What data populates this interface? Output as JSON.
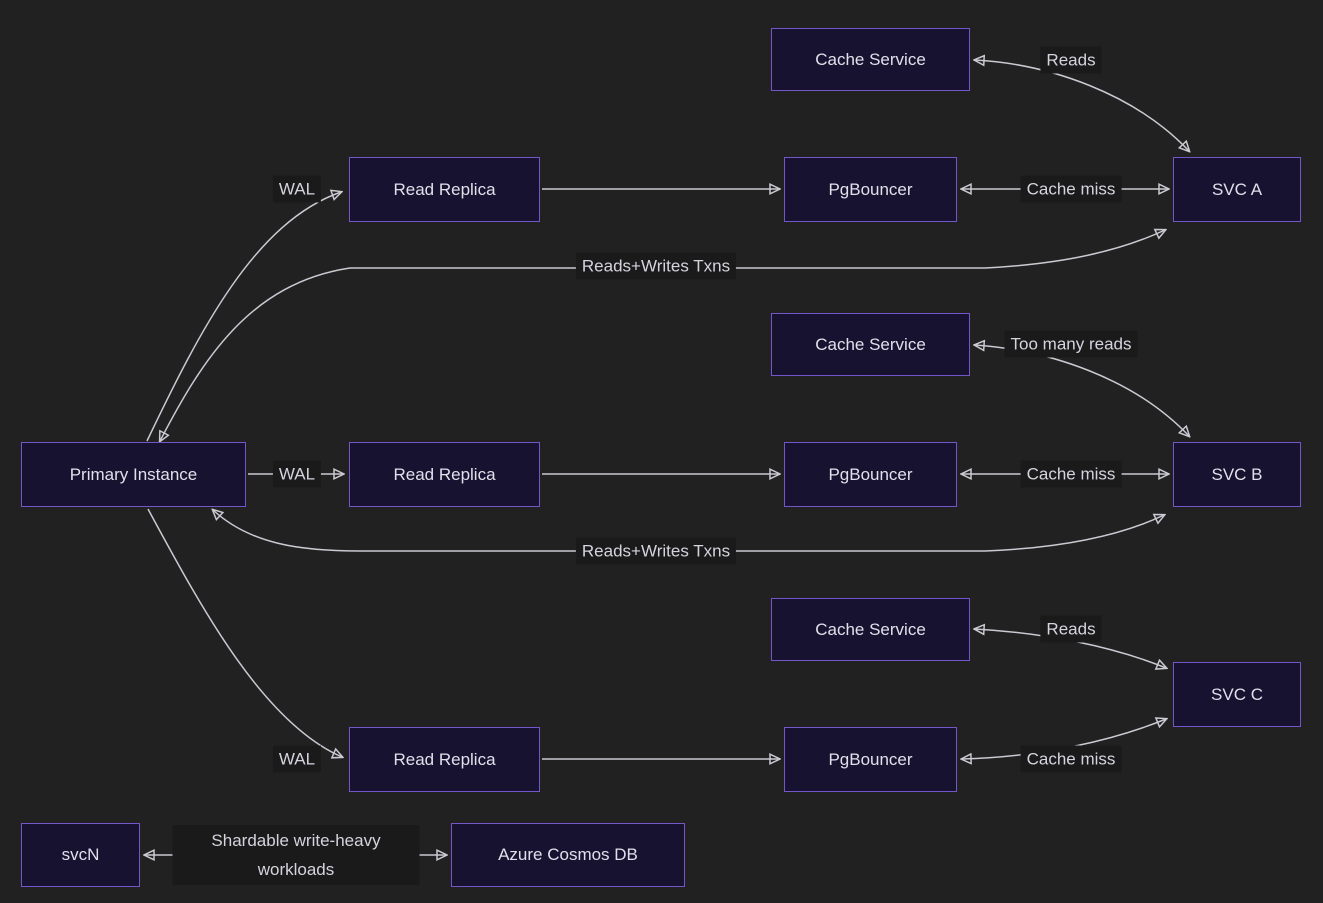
{
  "colors": {
    "bg": "#212121",
    "node_fill": "#161230",
    "node_border": "#7456c9",
    "node_text": "#e2dfeb",
    "edge_color": "#cbc9d2",
    "arrow_fill": "#d6d4dc",
    "label_bg": "#1a1a1a",
    "label_text": "#d6d3de"
  },
  "graph": {
    "type": "flowchart",
    "nodes": [
      {
        "id": "cache-service-a",
        "label": "Cache Service"
      },
      {
        "id": "read-replica-a",
        "label": "Read Replica"
      },
      {
        "id": "pgbouncer-a",
        "label": "PgBouncer"
      },
      {
        "id": "svc-a",
        "label": "SVC A"
      },
      {
        "id": "cache-service-b",
        "label": "Cache Service"
      },
      {
        "id": "primary-instance",
        "label": "Primary Instance"
      },
      {
        "id": "read-replica-b",
        "label": "Read Replica"
      },
      {
        "id": "pgbouncer-b",
        "label": "PgBouncer"
      },
      {
        "id": "svc-b",
        "label": "SVC B"
      },
      {
        "id": "cache-service-c",
        "label": "Cache Service"
      },
      {
        "id": "svc-c",
        "label": "SVC C"
      },
      {
        "id": "read-replica-c",
        "label": "Read Replica"
      },
      {
        "id": "pgbouncer-c",
        "label": "PgBouncer"
      },
      {
        "id": "svcn",
        "label": "svcN"
      },
      {
        "id": "azure-cosmos-db",
        "label": "Azure Cosmos DB"
      }
    ],
    "edges": [
      {
        "from": "primary-instance",
        "to": "read-replica-a",
        "label": "WAL",
        "direction": "one-way"
      },
      {
        "from": "read-replica-a",
        "to": "pgbouncer-a",
        "label": "",
        "direction": "one-way"
      },
      {
        "from": "pgbouncer-a",
        "to": "svc-a",
        "label": "Cache miss",
        "direction": "two-way"
      },
      {
        "from": "cache-service-a",
        "to": "svc-a",
        "label": "Reads",
        "direction": "two-way"
      },
      {
        "from": "svc-a",
        "to": "primary-instance",
        "label": "Reads+Writes Txns",
        "direction": "two-way"
      },
      {
        "from": "cache-service-b",
        "to": "svc-b",
        "label": "Too many reads",
        "direction": "two-way"
      },
      {
        "from": "primary-instance",
        "to": "read-replica-b",
        "label": "WAL",
        "direction": "one-way"
      },
      {
        "from": "read-replica-b",
        "to": "pgbouncer-b",
        "label": "",
        "direction": "one-way"
      },
      {
        "from": "pgbouncer-b",
        "to": "svc-b",
        "label": "Cache miss",
        "direction": "two-way"
      },
      {
        "from": "svc-b",
        "to": "primary-instance",
        "label": "Reads+Writes Txns",
        "direction": "two-way"
      },
      {
        "from": "cache-service-c",
        "to": "svc-c",
        "label": "Reads",
        "direction": "two-way"
      },
      {
        "from": "primary-instance",
        "to": "read-replica-c",
        "label": "WAL",
        "direction": "one-way"
      },
      {
        "from": "read-replica-c",
        "to": "pgbouncer-c",
        "label": "",
        "direction": "one-way"
      },
      {
        "from": "pgbouncer-c",
        "to": "svc-c",
        "label": "Cache miss",
        "direction": "two-way"
      },
      {
        "from": "svcn",
        "to": "azure-cosmos-db",
        "label": "Shardable write-heavy workloads",
        "direction": "two-way"
      }
    ]
  }
}
